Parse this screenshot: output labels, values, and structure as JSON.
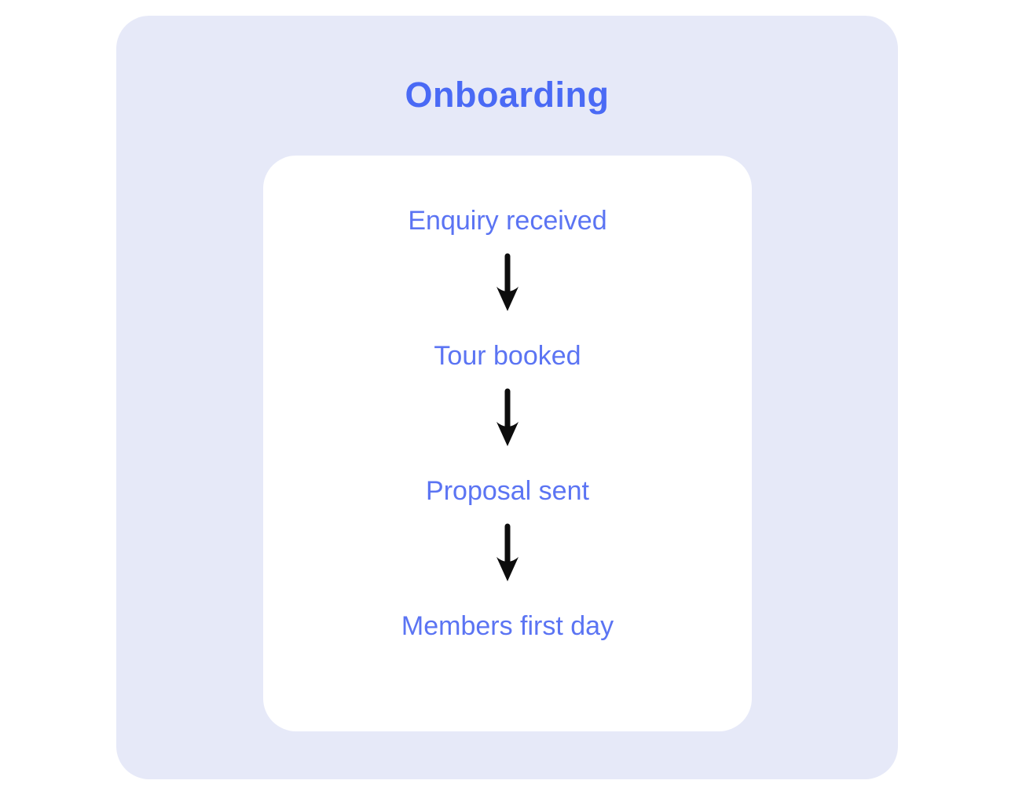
{
  "title": "Onboarding",
  "steps": [
    {
      "label": "Enquiry received"
    },
    {
      "label": "Tour booked"
    },
    {
      "label": "Proposal sent"
    },
    {
      "label": "Members first day"
    }
  ],
  "icons": {
    "connector": "arrow-down-icon"
  },
  "colors": {
    "page_background": "#ffffff",
    "panel_background": "#e6e9f8",
    "card_background": "#ffffff",
    "title_text": "#4a6af5",
    "step_text": "#5b74f3",
    "arrow": "#0d0d0d"
  }
}
